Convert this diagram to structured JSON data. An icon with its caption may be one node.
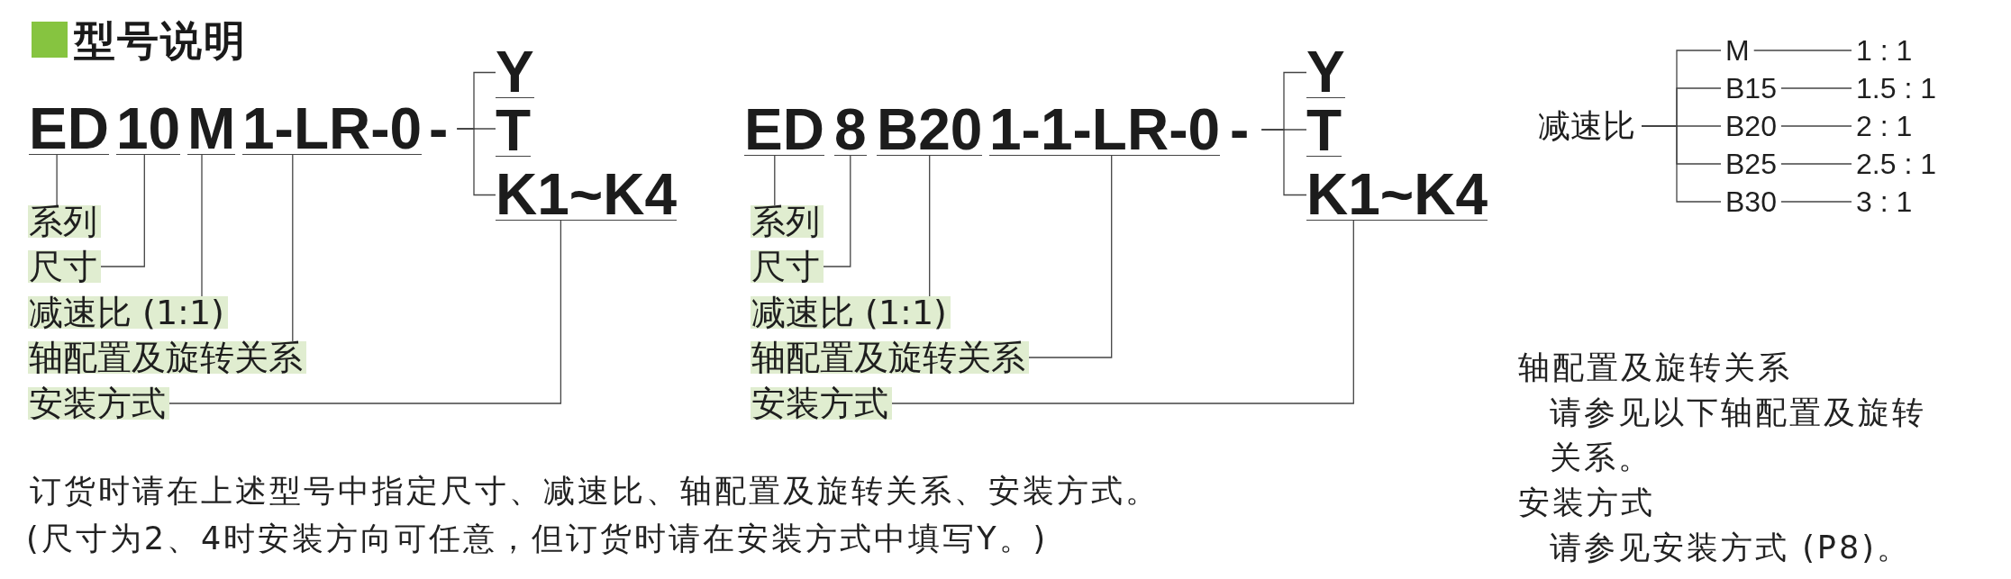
{
  "diagram": {
    "title": "型号说明",
    "nodes": [
      {
        "text": [
          "ED"
        ]
      },
      {
        "text": [
          "10"
        ]
      },
      {
        "text": [
          "M"
        ]
      },
      {
        "text": [
          "1-LR-0"
        ]
      },
      {
        "text": [
          "-"
        ]
      },
      {
        "text": [
          "Y"
        ]
      },
      {
        "text": [
          "T"
        ]
      },
      {
        "text": [
          "K1~K4"
        ]
      },
      {
        "text": [
          "系列"
        ]
      },
      {
        "text": [
          "尺寸"
        ]
      },
      {
        "text": [
          "减速比 (1:1)"
        ]
      },
      {
        "text": [
          "轴配置及旋转关系"
        ]
      },
      {
        "text": [
          "安装方式"
        ]
      },
      {
        "text": [
          "ED"
        ]
      },
      {
        "text": [
          "8"
        ]
      },
      {
        "text": [
          "B20"
        ]
      },
      {
        "text": [
          "1-1-LR-0"
        ]
      },
      {
        "text": [
          "-"
        ]
      },
      {
        "text": [
          "Y"
        ]
      },
      {
        "text": [
          "T"
        ]
      },
      {
        "text": [
          "K1~K4"
        ]
      },
      {
        "text": [
          "系列"
        ]
      },
      {
        "text": [
          "尺寸"
        ]
      },
      {
        "text": [
          "减速比 (1:1)"
        ]
      },
      {
        "text": [
          "轴配置及旋转关系"
        ]
      },
      {
        "text": [
          "安装方式"
        ]
      },
      {
        "text": [
          "减速比"
        ]
      },
      {
        "text": [
          "M"
        ]
      },
      {
        "text": [
          "B15"
        ]
      },
      {
        "text": [
          "B20"
        ]
      },
      {
        "text": [
          "B25"
        ]
      },
      {
        "text": [
          "B30"
        ]
      },
      {
        "text": [
          "1 : 1"
        ]
      },
      {
        "text": [
          "1.5 : 1"
        ]
      },
      {
        "text": [
          "2 : 1"
        ]
      },
      {
        "text": [
          "2.5 : 1"
        ]
      },
      {
        "text": [
          "3 : 1"
        ]
      }
    ],
    "edges": [
      {
        "from": 0,
        "to": 8,
        "arrow": "none"
      },
      {
        "from": 1,
        "to": 9,
        "arrow": "none"
      },
      {
        "from": 2,
        "to": 10,
        "arrow": "none"
      },
      {
        "from": 3,
        "to": 11,
        "arrow": "none"
      },
      {
        "from": 4,
        "to": 5,
        "arrow": "none"
      },
      {
        "from": 4,
        "to": 6,
        "arrow": "none"
      },
      {
        "from": 4,
        "to": 7,
        "arrow": "none"
      },
      {
        "from": 7,
        "to": 12,
        "arrow": "none"
      },
      {
        "from": 13,
        "to": 21,
        "arrow": "none"
      },
      {
        "from": 14,
        "to": 22,
        "arrow": "none"
      },
      {
        "from": 15,
        "to": 23,
        "arrow": "none"
      },
      {
        "from": 16,
        "to": 24,
        "arrow": "none"
      },
      {
        "from": 17,
        "to": 18,
        "arrow": "none"
      },
      {
        "from": 17,
        "to": 19,
        "arrow": "none"
      },
      {
        "from": 17,
        "to": 20,
        "arrow": "none"
      },
      {
        "from": 20,
        "to": 25,
        "arrow": "none"
      },
      {
        "from": 26,
        "to": 27,
        "arrow": "none"
      },
      {
        "from": 26,
        "to": 28,
        "arrow": "none"
      },
      {
        "from": 26,
        "to": 29,
        "arrow": "none"
      },
      {
        "from": 26,
        "to": 30,
        "arrow": "none"
      },
      {
        "from": 26,
        "to": 31,
        "arrow": "none"
      },
      {
        "from": 27,
        "to": 32,
        "arrow": "none"
      },
      {
        "from": 28,
        "to": 33,
        "arrow": "none"
      },
      {
        "from": 29,
        "to": 34,
        "arrow": "none"
      },
      {
        "from": 30,
        "to": 35,
        "arrow": "none"
      },
      {
        "from": 31,
        "to": 36,
        "arrow": "none"
      }
    ],
    "labels": [
      "订货时请在上述型号中指定尺寸、减速比、轴配置及旋转关系、安装方式。",
      "(尺寸为2、4时安装方向可任意，但订货时请在安装方式中填写Y。)",
      "轴配置及旋转关系",
      "请参见以下轴配置及旋转关系。",
      "安装方式",
      "请参见安装方式 (P8)。"
    ]
  }
}
